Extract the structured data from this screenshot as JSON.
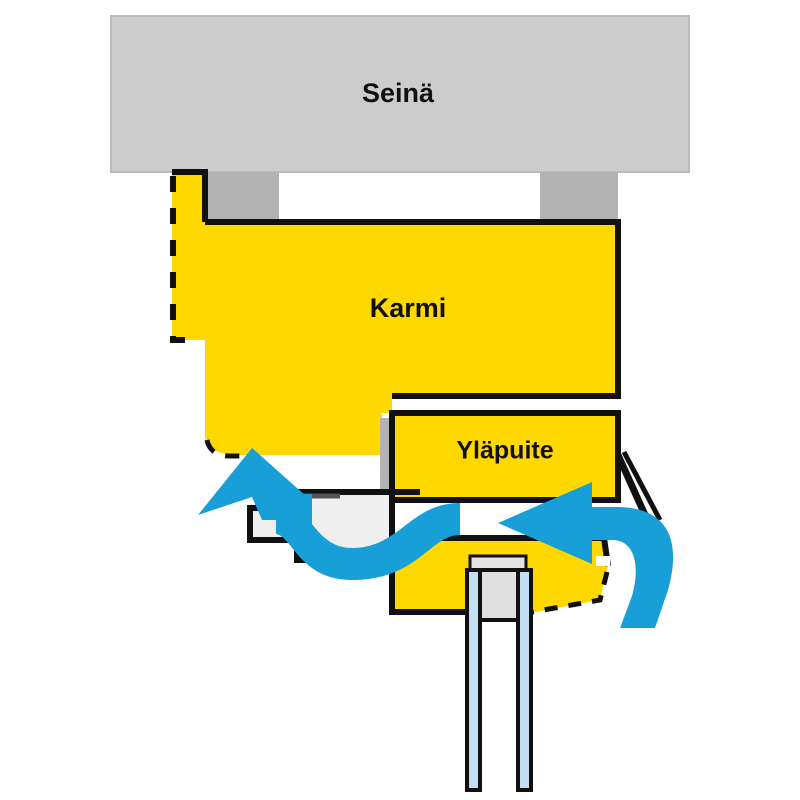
{
  "figure": {
    "kind": "architectural-cross-section",
    "subject": "window-head-ventilation-detail",
    "language": "fi",
    "background_color": "#ffffff"
  },
  "labels": {
    "wall": "Seinä",
    "frame": "Karmi",
    "head": "Yläpuite"
  },
  "colors": {
    "wall_fill": "#cccccc",
    "wall_stroke": "#bdbdbd",
    "block_fill": "#b3b3b3",
    "frame_fill": "#ffd800",
    "frame_stroke": "#111111",
    "airflow": "#189fd8",
    "hardware_fill": "#efefef",
    "hardware_stroke": "#111111",
    "glass_fill": "#c5dff2",
    "glass_stroke": "#111111",
    "text": "#111111"
  },
  "parts": [
    {
      "id": "wall",
      "name": "Seinä",
      "fill": "#cccccc",
      "labelled": true
    },
    {
      "id": "reveal-block-left",
      "name": "wall-reveal-left",
      "fill": "#b3b3b3",
      "labelled": false
    },
    {
      "id": "reveal-block-right",
      "name": "wall-reveal-right",
      "fill": "#b3b3b3",
      "labelled": false
    },
    {
      "id": "frame",
      "name": "Karmi",
      "fill": "#ffd800",
      "labelled": true
    },
    {
      "id": "frame-return",
      "name": "frame-outer-return",
      "fill": "#ffd800",
      "labelled": false
    },
    {
      "id": "head",
      "name": "Yläpuite",
      "fill": "#ffd800",
      "labelled": true
    },
    {
      "id": "sash-lower",
      "name": "sash-lower-rail",
      "fill": "#ffd800",
      "labelled": false
    },
    {
      "id": "vent-hardware",
      "name": "vent-hardware",
      "fill": "#efefef",
      "labelled": false
    },
    {
      "id": "glazing",
      "name": "glazing-unit",
      "fill": "#c5dff2",
      "labelled": false
    },
    {
      "id": "arrow-out",
      "name": "airflow-arrow-outward",
      "fill": "#189fd8",
      "labelled": false
    },
    {
      "id": "arrow-in",
      "name": "airflow-arrow-inward",
      "fill": "#189fd8",
      "labelled": false
    }
  ],
  "airflow": {
    "arrow_count": 2,
    "outward_direction": "up-left",
    "inward_direction": "left",
    "color": "#189fd8"
  }
}
